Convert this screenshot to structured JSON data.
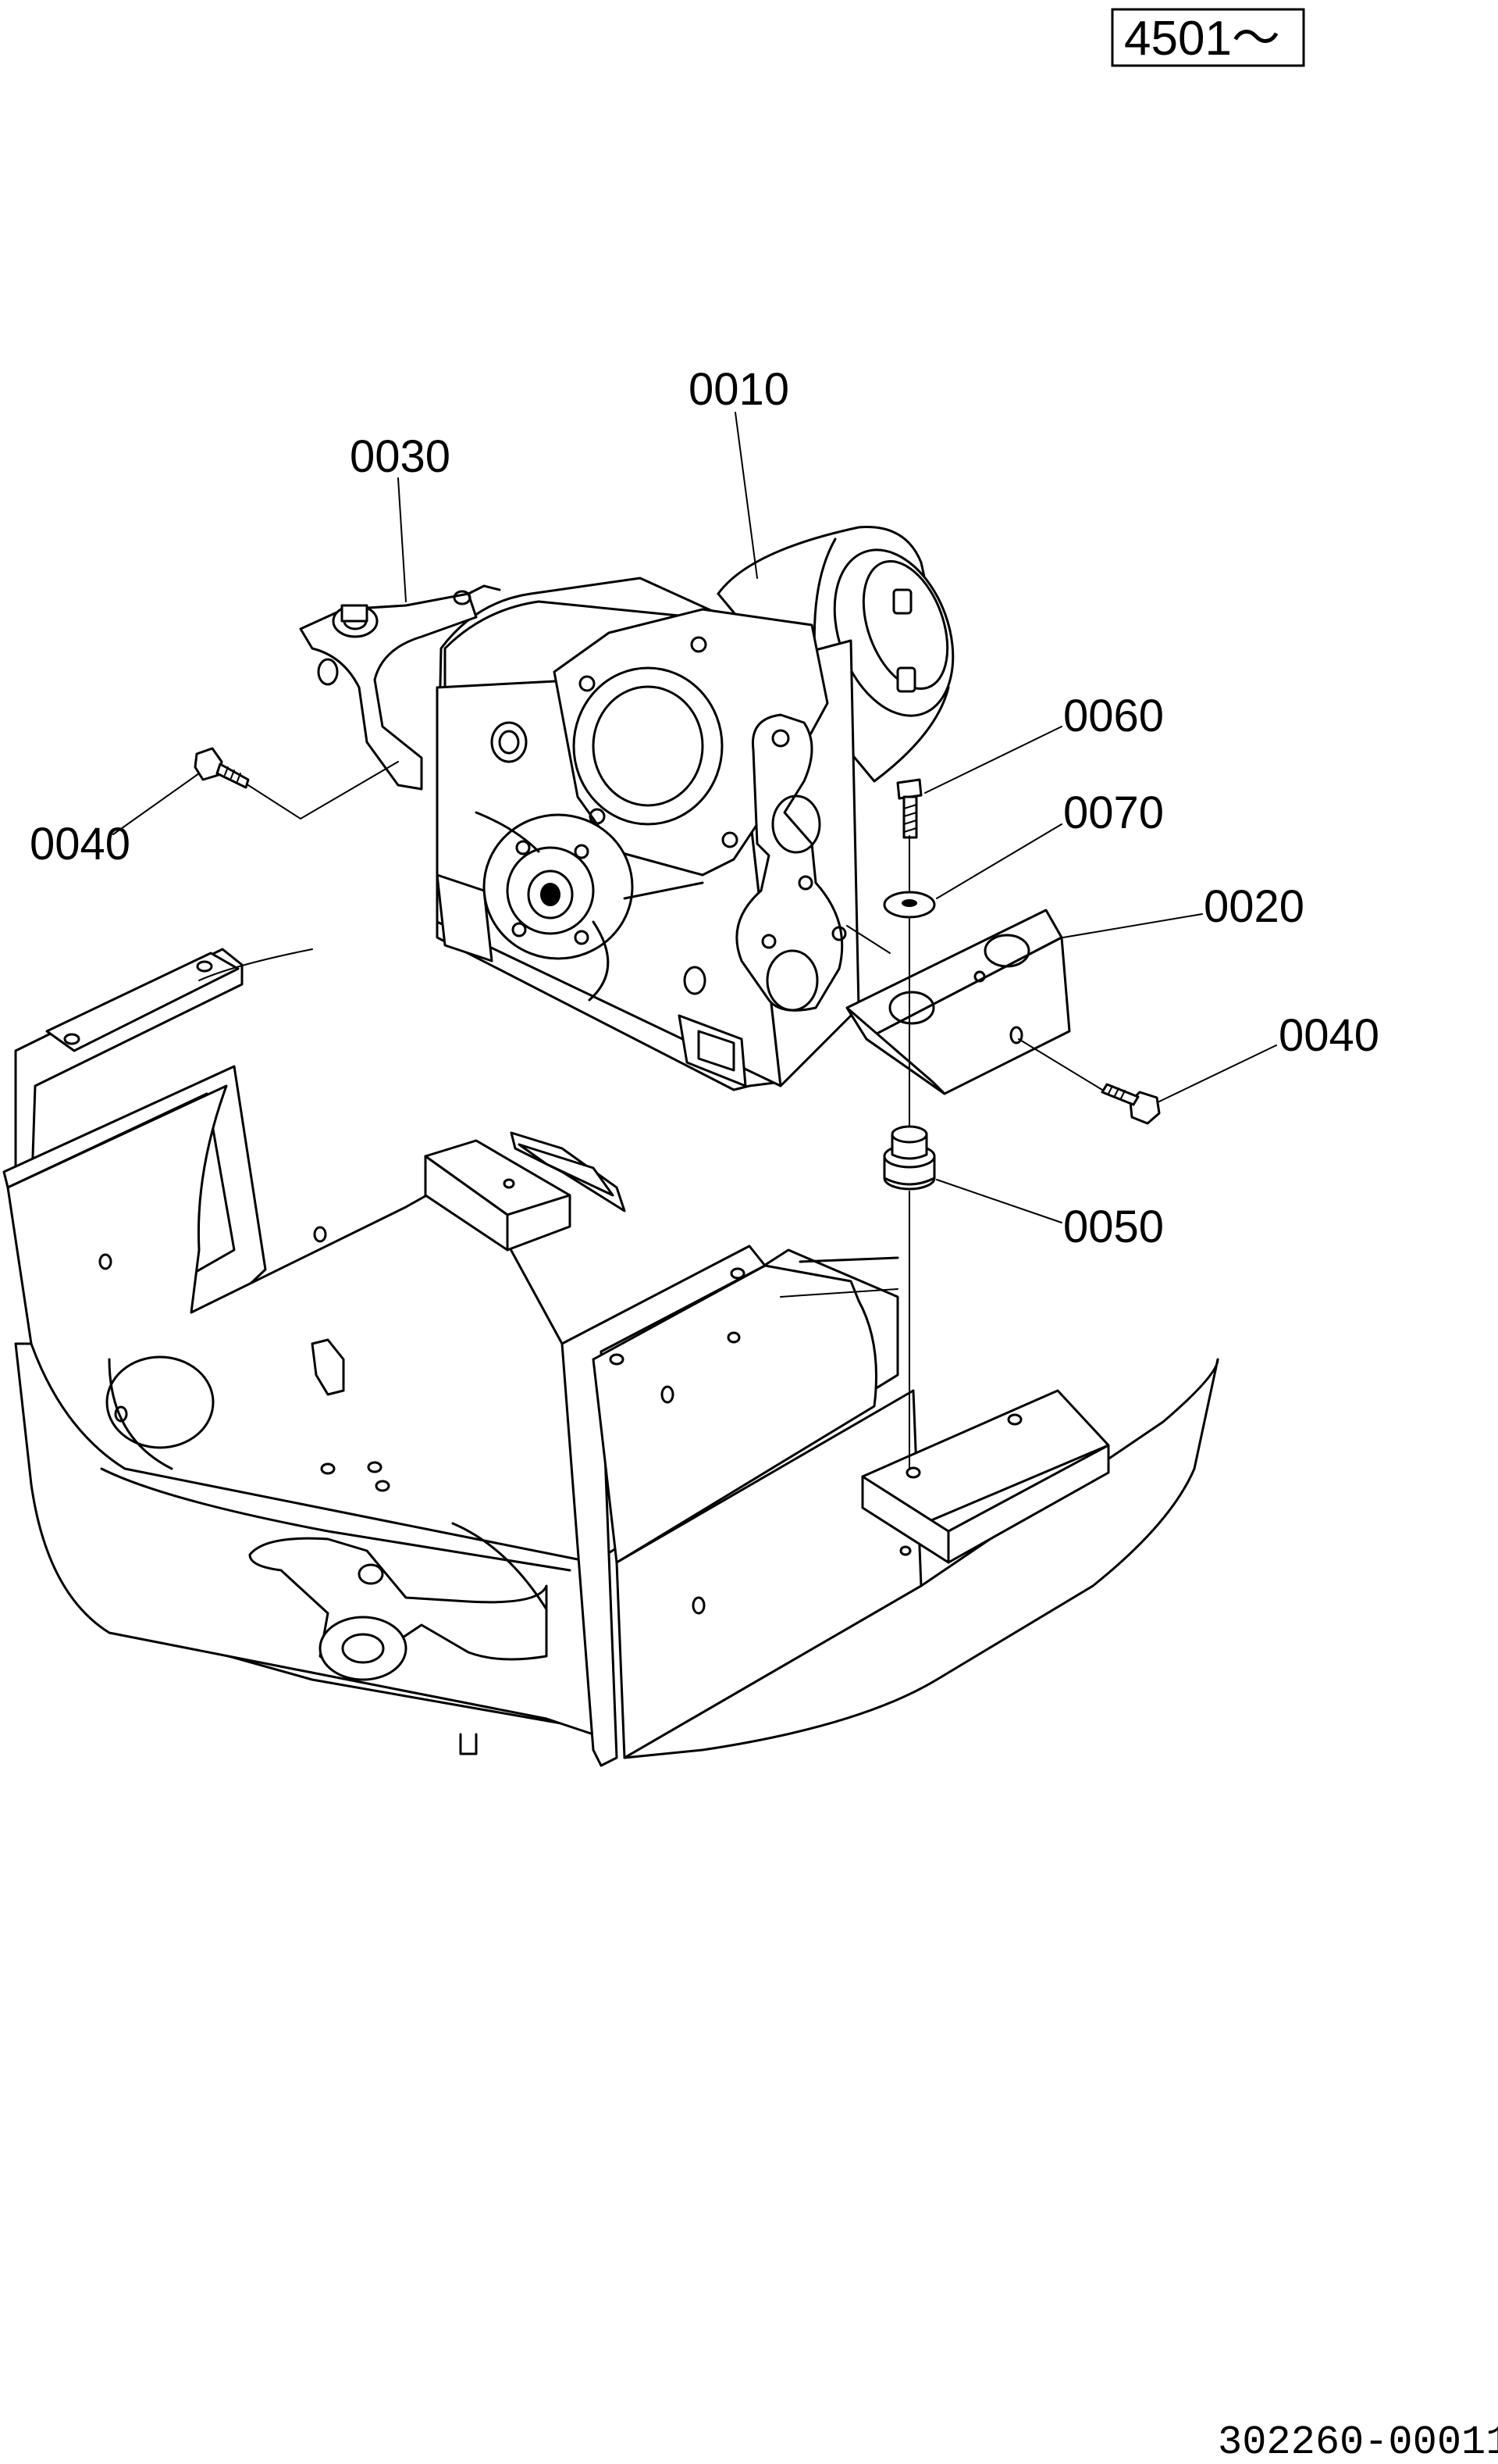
{
  "serial_range": "4501～",
  "drawing_number": "302260-00011",
  "callouts": {
    "c0010": "0010",
    "c0030": "0030",
    "c0060": "0060",
    "c0070": "0070",
    "c0020": "0020",
    "c0040_left": "0040",
    "c0040_right": "0040",
    "c0050": "0050"
  },
  "colors": {
    "line": "#000000",
    "paper": "#ffffff"
  }
}
